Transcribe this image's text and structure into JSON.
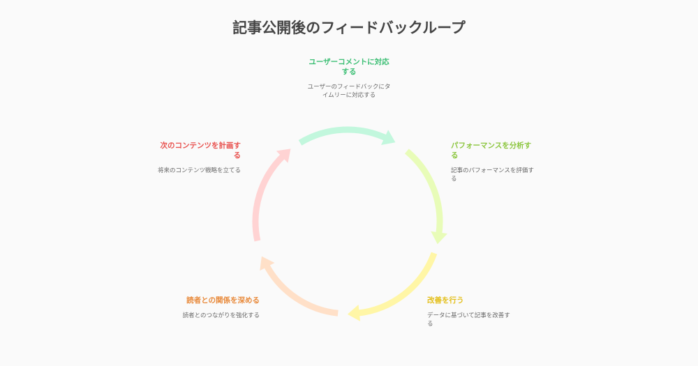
{
  "title": "記事公開後のフィードバックループ",
  "nodes": [
    {
      "heading": "ユーザーコメントに対応する",
      "desc": "ユーザーのフィードバックにタイムリーに対応する",
      "color": "#3dbf75",
      "arc": "#c2f7dd"
    },
    {
      "heading": "パフォーマンスを分析する",
      "desc": "記事のパフォーマンスを評価する",
      "color": "#8cc63f",
      "arc": "#e8fcb8"
    },
    {
      "heading": "改善を行う",
      "desc": "データに基づいて記事を改善する",
      "color": "#e3bf1c",
      "arc": "#fff6a6"
    },
    {
      "heading": "読者との関係を深める",
      "desc": "読者とのつながりを強化する",
      "color": "#e8893a",
      "arc": "#ffe0c8"
    },
    {
      "heading": "次のコンテンツを計画する",
      "desc": "将来のコンテンツ戦略を立てる",
      "color": "#e8524f",
      "arc": "#ffd3d3"
    }
  ]
}
